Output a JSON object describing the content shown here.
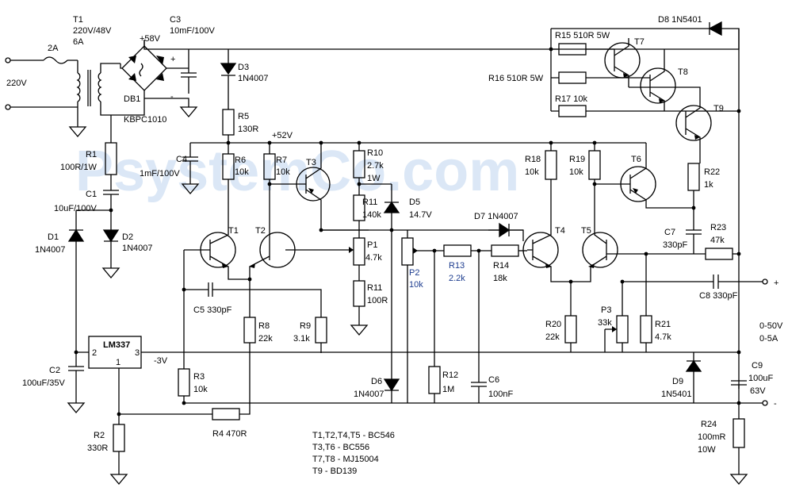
{
  "watermark": "PsystemCo.com",
  "labels": {
    "fuse": "2A",
    "mains": "220V",
    "t1_name": "T1",
    "t1_ratio": "220V/48V",
    "t1_cur": "6A",
    "db1_name": "DB1",
    "db1_part": "KBPC1010",
    "v58": "+58V",
    "c3": "C3",
    "c3_val": "10mF/100V",
    "d3": "D3",
    "d3_part": "1N4007",
    "r5": "R5",
    "r5_val": "130R",
    "v52": "+52V",
    "c4": "C4",
    "c4_val": "1mF/100V",
    "r1": "R1",
    "r1_val": "100R/1W",
    "c1": "C1",
    "c1_val": "10uF/100V",
    "d1": "D1",
    "d1_part": "1N4007",
    "d2": "D2",
    "d2_part": "1N4007",
    "r6": "R6",
    "r6_val": "10k",
    "r7": "R7",
    "r7_val": "10k",
    "t1": "T1",
    "t2": "T2",
    "t3": "T3",
    "c5": "C5 330pF",
    "r8": "R8",
    "r8_val": "22k",
    "r9": "R9",
    "r9_val": "3.1k",
    "r10": "R10",
    "r10_val": "2.7k",
    "r10_w": "1W",
    "r11a": "R11",
    "r11a_val": "140k",
    "d5": "D5",
    "d5_val": "14.7V",
    "p1": "P1",
    "p1_val": "4.7k",
    "r11b": "R11",
    "r11b_val": "100R",
    "p2": "P2",
    "p2_val": "10k",
    "r13": "R13",
    "r13_val": "2.2k",
    "r14": "R14",
    "r14_val": "18k",
    "d7": "D7 1N4007",
    "r18": "R18",
    "r18_val": "10k",
    "r19": "R19",
    "r19_val": "10k",
    "t4": "T4",
    "t5": "T5",
    "t6": "T6",
    "t7": "T7",
    "t8": "T8",
    "t9": "T9",
    "d8": "D8 1N5401",
    "r15": "R15 510R 5W",
    "r16": "R16 510R 5W",
    "r17": "R17 10k",
    "r22": "R22",
    "r22_val": "1k",
    "c7": "C7",
    "c7_val": "330pF",
    "r23": "R23",
    "r23_val": "47k",
    "c8": "C8 330pF",
    "r20": "R20",
    "r20_val": "22k",
    "p3": "P3",
    "p3_val": "33k",
    "r21": "R21",
    "r21_val": "4.7k",
    "out_v": "0-50V",
    "out_a": "0-5A",
    "plus": "+",
    "minus": "-",
    "lm337": "LM337",
    "pin2": "2",
    "pin3": "3",
    "pin1": "1",
    "vneg": "-3V",
    "c2": "C2",
    "c2_val": "100uF/35V",
    "r3": "R3",
    "r3_val": "10k",
    "r2": "R2",
    "r2_val": "330R",
    "r4": "R4 470R",
    "d6": "D6",
    "d6_part": "1N4007",
    "r12": "R12",
    "r12_val": "1M",
    "c6": "C6",
    "c6_val": "100nF",
    "d9": "D9",
    "d9_part": "1N5401",
    "c9": "C9",
    "c9_val": "100uF",
    "c9_v": "63V",
    "r24": "R24",
    "r24_val": "100mR",
    "r24_w": "10W"
  },
  "notes": [
    "T1,T2,T4,T5 - BC546",
    "T3,T6 - BC556",
    "T7,T8 - MJ15004",
    "T9 - BD139"
  ]
}
